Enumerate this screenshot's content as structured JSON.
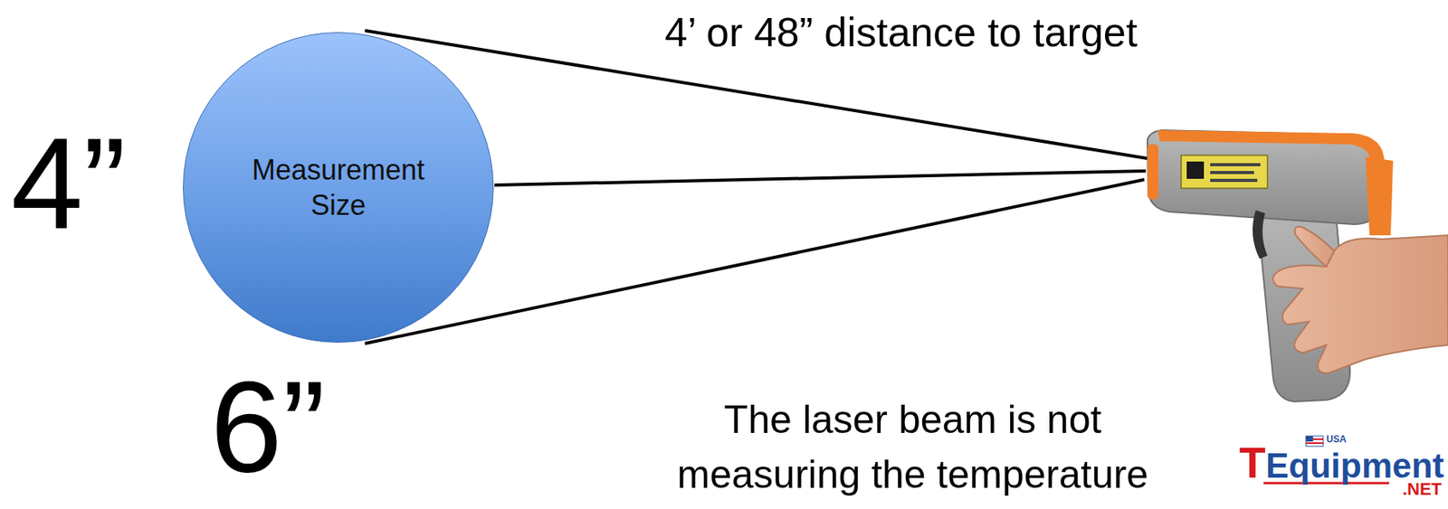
{
  "diagram": {
    "nodes": [
      {
        "text": [
          "Measurement Size"
        ]
      }
    ],
    "labels": [
      "4”",
      "6”",
      "4’ or 48” distance to target",
      "The laser beam is not measuring the temperature",
      "TEquipment",
      ".NET",
      "USA"
    ]
  }
}
